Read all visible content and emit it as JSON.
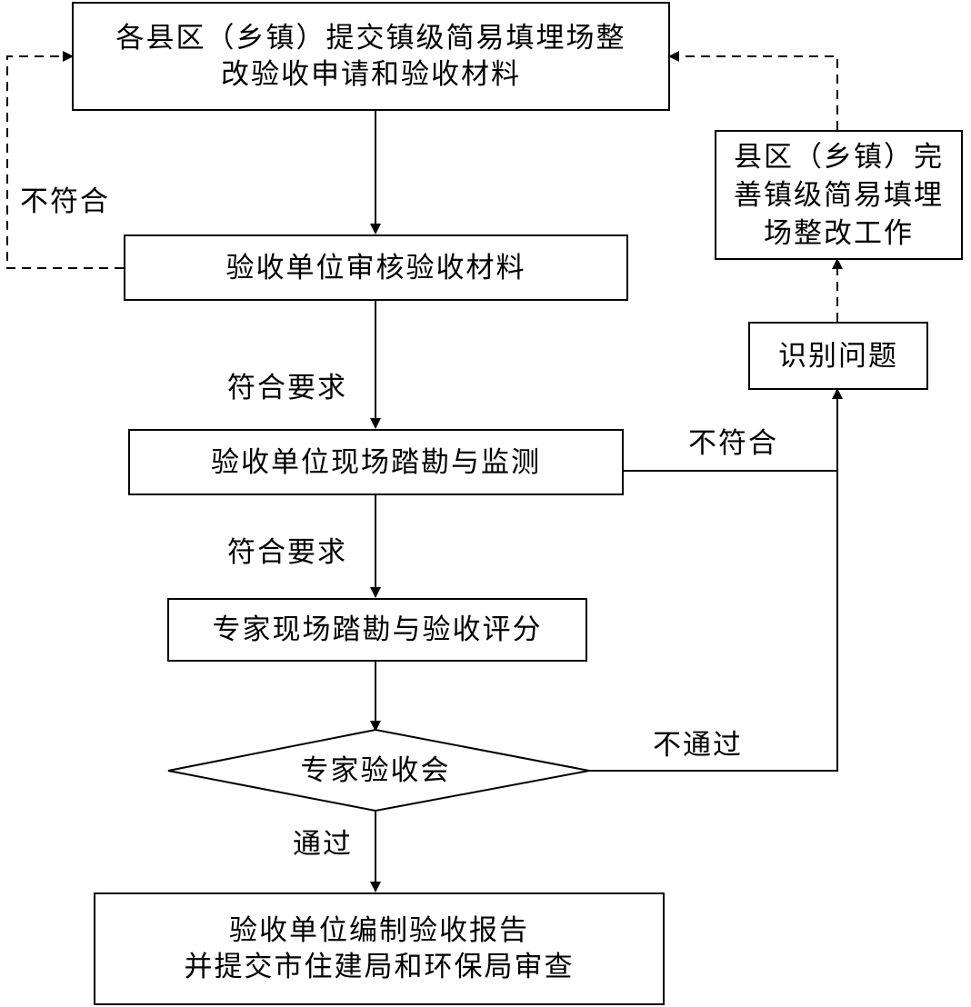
{
  "nodes": {
    "submit": [
      "各县区（乡镇）提交镇级简易填埋场整",
      "改验收申请和验收材料"
    ],
    "review": [
      "验收单位审核验收材料"
    ],
    "survey": [
      "验收单位现场踏勘与监测"
    ],
    "expert_score": [
      "专家现场踏勘与验收评分"
    ],
    "meeting": [
      "专家验收会"
    ],
    "report": [
      "验收单位编制验收报告",
      "并提交市住建局和环保局审查"
    ],
    "identify": [
      "识别问题"
    ],
    "improve": [
      "县区（乡镇）完",
      "善镇级简易填埋",
      "场整改工作"
    ]
  },
  "edge_labels": {
    "review_fail": "不符合",
    "review_pass": "符合要求",
    "survey_fail": "不符合",
    "survey_pass": "符合要求",
    "meeting_fail": "不通过",
    "meeting_pass": "通过"
  },
  "colors": {
    "line": "#000000",
    "background": "#ffffff"
  }
}
